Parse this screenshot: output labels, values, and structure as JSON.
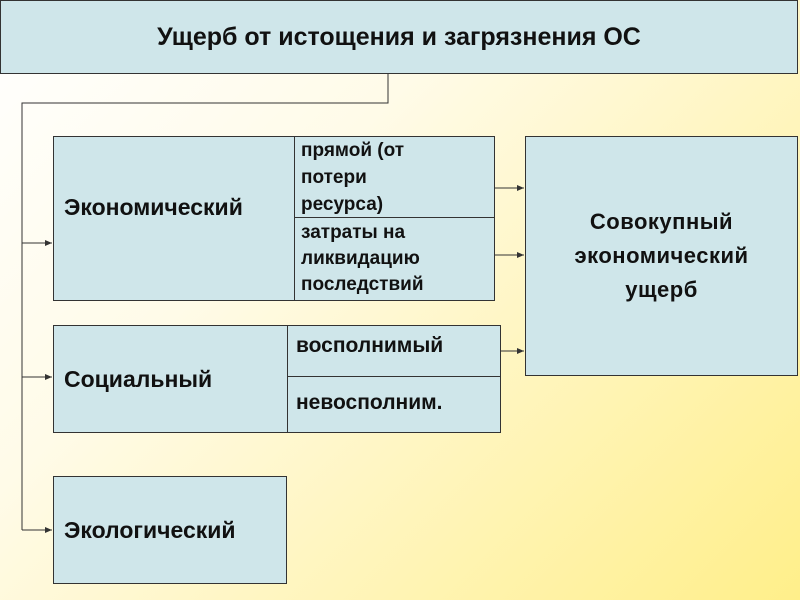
{
  "title": "Ущерб от истощения и загрязнения ОС",
  "economic": {
    "label": "Экономический",
    "direct": "прямой (от потери ресурса)",
    "costs": "затраты на ликвидацию последствий"
  },
  "social": {
    "label": "Социальный",
    "recoverable": "восполнимый",
    "nonrecoverable": "невосполним."
  },
  "ecological": {
    "label": "Экологический"
  },
  "total": {
    "label": "Совокупный экономический ущерб"
  },
  "colors": {
    "box_fill": "#cfe6ea",
    "border": "#333333",
    "background_accent": "#ffef8a"
  }
}
